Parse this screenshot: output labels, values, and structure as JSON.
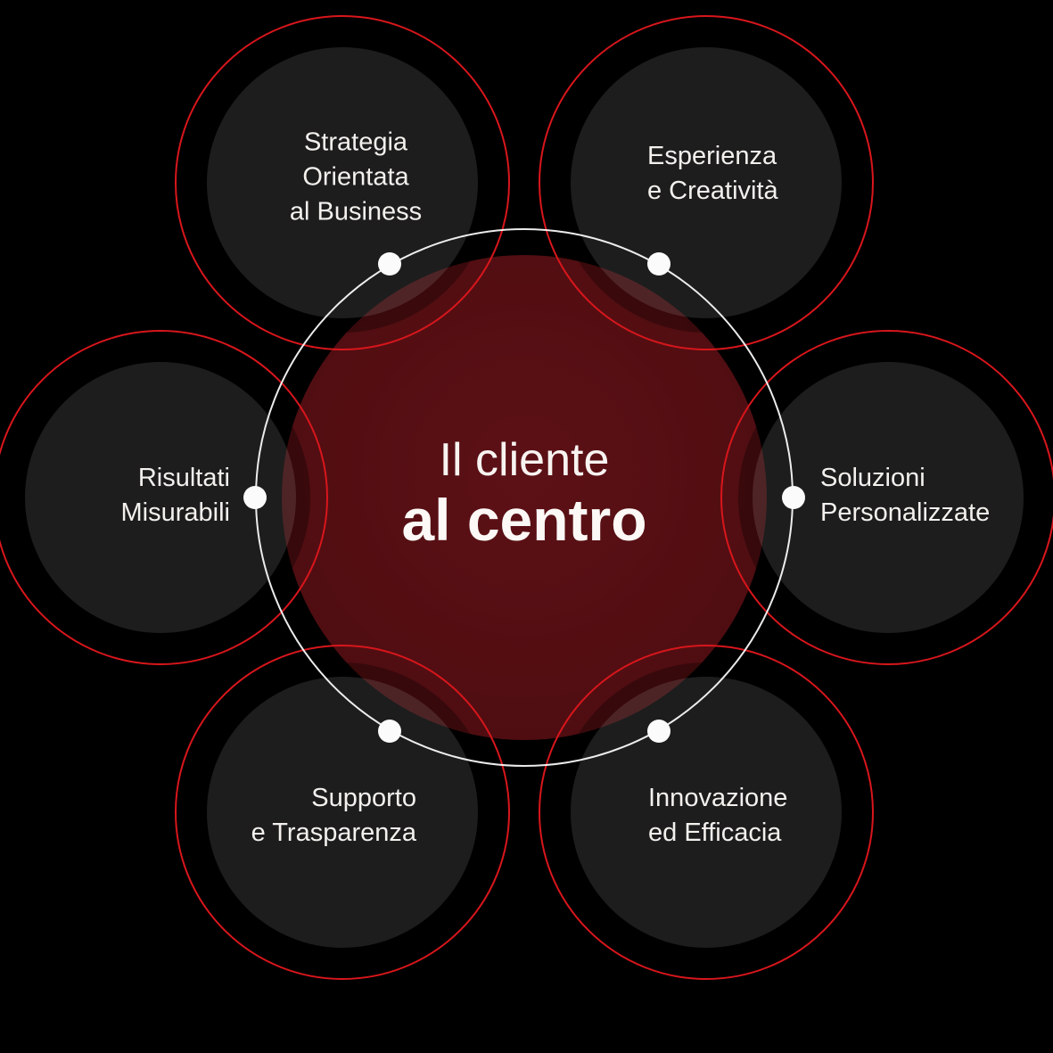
{
  "title": "Il cliente al centro",
  "colors": {
    "background": "#000000",
    "center_red": "#530E12",
    "accent_red": "#D8161C",
    "satellite_gray": "#1D1D1D",
    "orbit_white": "#EBEBEB",
    "dot_white": "#FBFBFB",
    "text_white": "#F3F0ED"
  },
  "center": {
    "line1": "Il cliente",
    "line2": "al centro"
  },
  "satellites": [
    {
      "id": "strategia",
      "position": "top-left",
      "lines": [
        "Strategia",
        "Orientata",
        "al Business"
      ]
    },
    {
      "id": "esperienza",
      "position": "top-right",
      "lines": [
        "Esperienza",
        "e Creatività"
      ]
    },
    {
      "id": "soluzioni",
      "position": "right",
      "lines": [
        "Soluzioni",
        "Personalizzate"
      ]
    },
    {
      "id": "innovazione",
      "position": "bottom-right",
      "lines": [
        "Innovazione",
        "ed Efficacia"
      ]
    },
    {
      "id": "supporto",
      "position": "bottom-left",
      "lines": [
        "Supporto",
        "e Trasparenza"
      ]
    },
    {
      "id": "risultati",
      "position": "left",
      "lines": [
        "Risultati",
        "Misurabili"
      ]
    }
  ]
}
